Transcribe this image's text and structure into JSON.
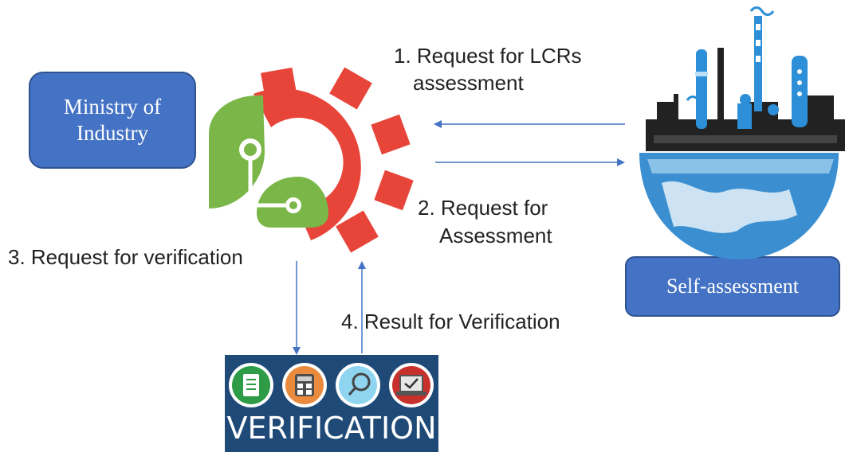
{
  "nodes": {
    "ministry": "Ministry of\nIndustry",
    "self_assessment": "Self-assessment",
    "verification": "VERIFICATION"
  },
  "edges": {
    "step1_line1": "1. Request for LCRs",
    "step1_line2": "assessment",
    "step2_line1": "2. Request for",
    "step2_line2": "Assessment",
    "step3": "3. Request for verification",
    "step4": "4. Result for Verification"
  },
  "icons": {
    "center_logo": "gear-leaf-logo-icon",
    "factory_globe": "factory-globe-icon",
    "verification_icons": [
      "checklist-icon",
      "calculator-icon",
      "magnifier-icon",
      "laptop-check-icon"
    ]
  },
  "colors": {
    "box_fill": "#4472c4",
    "arrow": "#4472c4",
    "gear_red": "#e8453a",
    "leaf_green": "#7ab648",
    "verification_bg": "#1f4a78"
  }
}
